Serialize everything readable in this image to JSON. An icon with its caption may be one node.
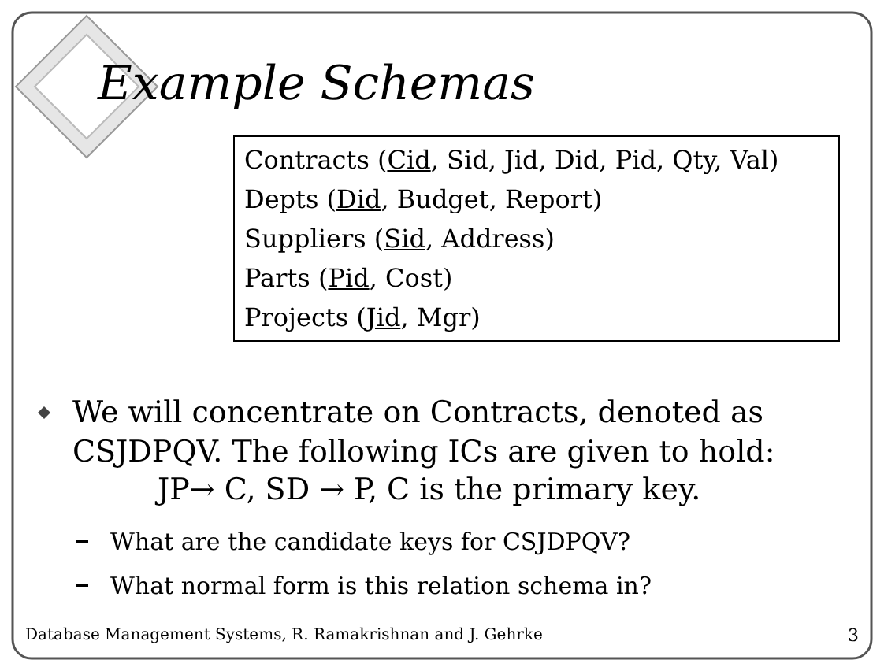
{
  "diagram": {
    "title": "Example Schemas",
    "nodes": [
      {
        "text": [
          "Contracts (Cid, Sid, Jid, Did, Pid, Qty, Val)",
          "Depts (Did, Budget, Report)",
          "Suppliers (Sid, Address)",
          "Parts (Pid, Cost)",
          "Projects (Jid, Mgr)"
        ]
      }
    ],
    "edges": [],
    "labels": [
      "We will concentrate on Contracts, denoted as CSJDPQV.  The following ICs are given to hold:",
      "JP→ C,  SD → P,  C is the primary key.",
      "What are the candidate keys for CSJDPQV?",
      "What normal form is this relation schema in?",
      "Database Management Systems, R. Ramakrishnan and J. Gehrke",
      "3"
    ]
  }
}
